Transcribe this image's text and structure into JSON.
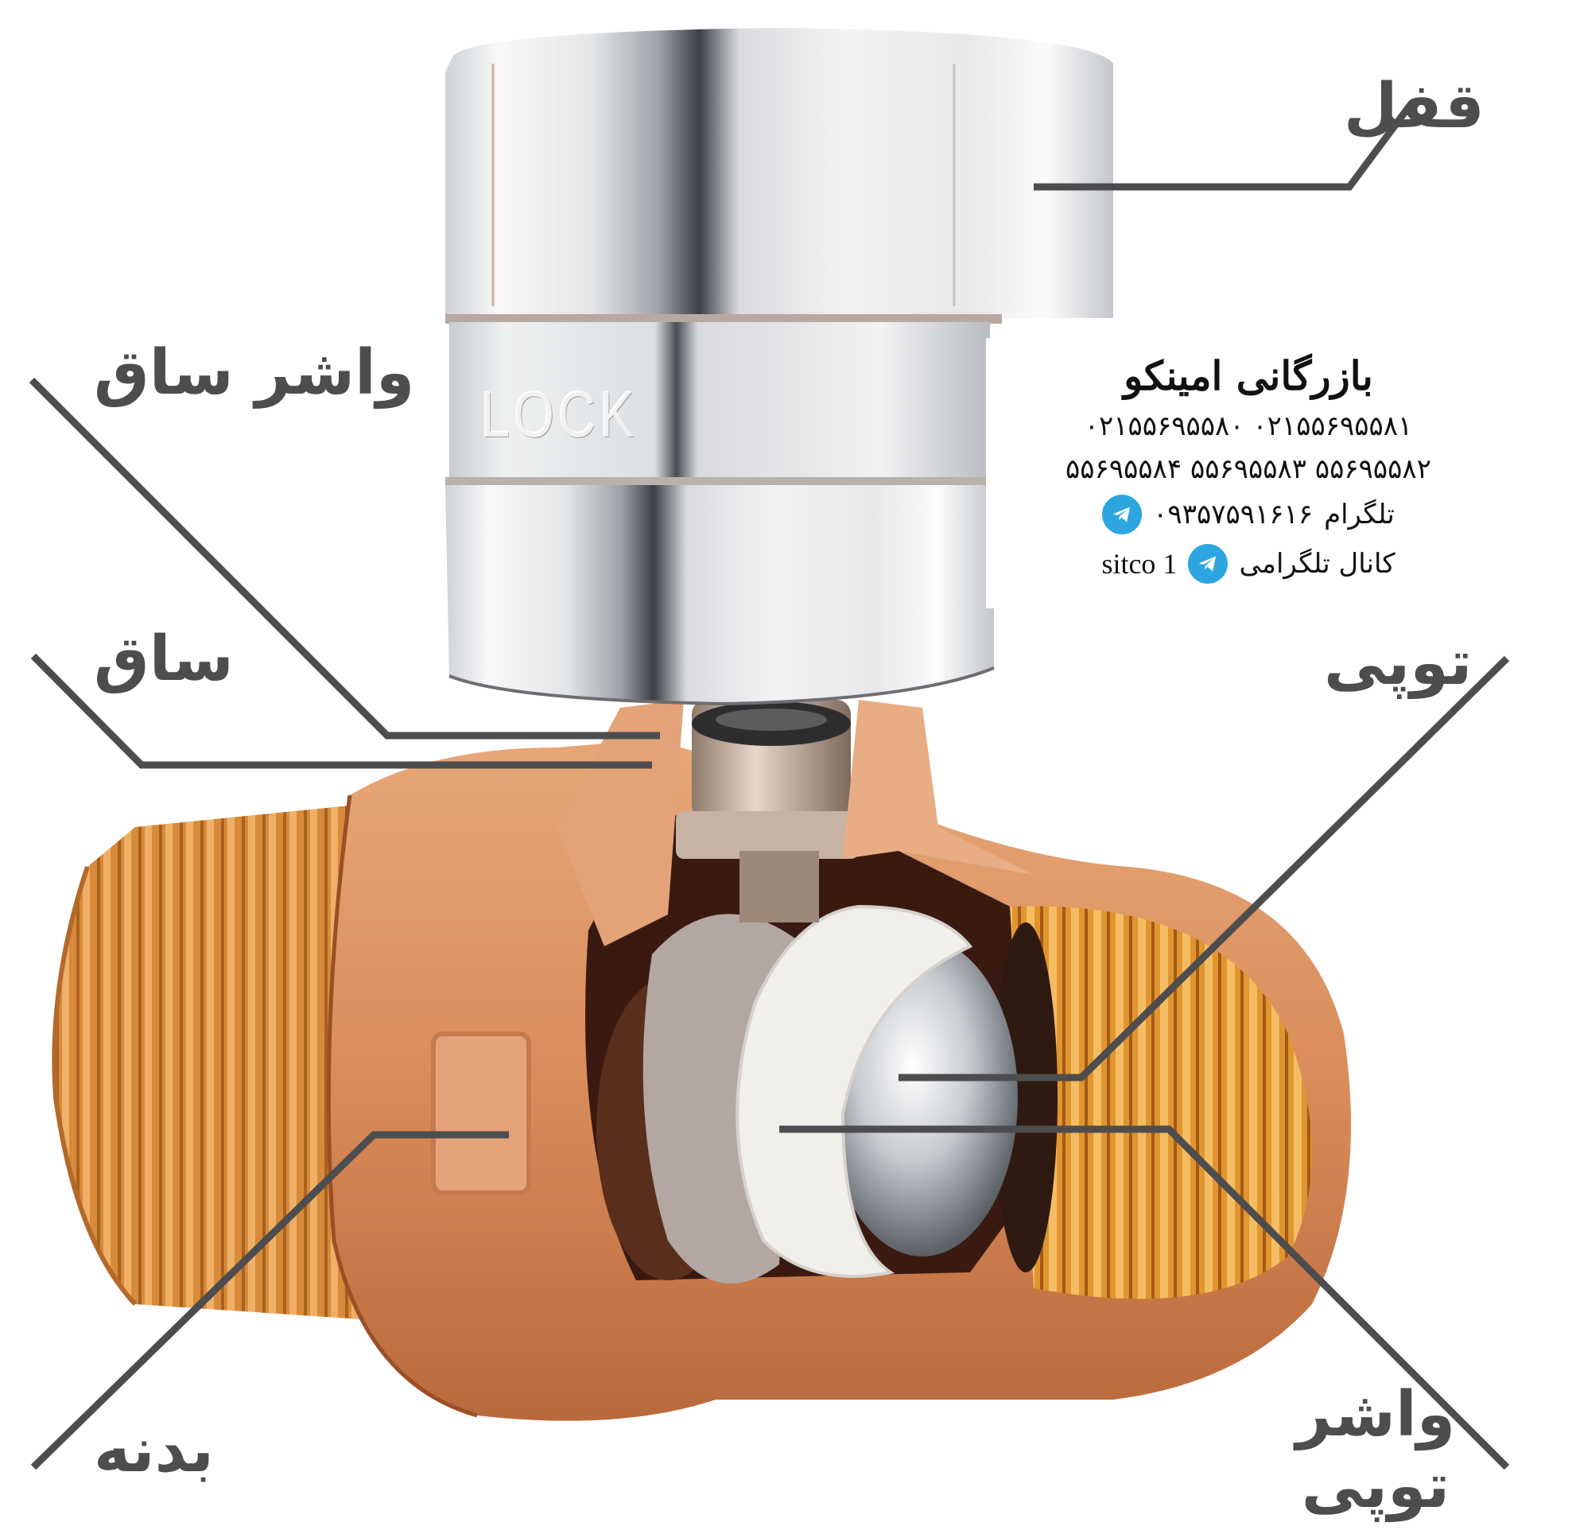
{
  "diagram": {
    "subject": "Cutaway of a lockable brass ball valve",
    "label_color": "#4d4d4f",
    "cap_embossing": "LOCK",
    "labels": [
      {
        "id": "lock",
        "text": "قفل"
      },
      {
        "id": "stem-washer",
        "text": "واشر ساق"
      },
      {
        "id": "stem",
        "text": "ساق"
      },
      {
        "id": "ball",
        "text": "توپی"
      },
      {
        "id": "body",
        "text": "بدنه"
      },
      {
        "id": "ball-washer",
        "text": "واشر توپی"
      }
    ]
  },
  "info_box": {
    "title": "بازرگانی امینکو",
    "phones_line1": "۰۲۱۵۵۶۹۵۵۸۱ ۰۲۱۵۵۶۹۵۵۸۰",
    "phones_line2": "۵۵۶۹۵۵۸۲ ۵۵۶۹۵۵۸۳ ۵۵۶۹۵۵۸۴",
    "telegram_label": "تلگرام",
    "telegram_number": "۰۹۳۵۷۵۹۱۶۱۶",
    "channel_label": "کانال تلگرامی",
    "channel_id": "sitco 1",
    "icon": "telegram-icon",
    "icon_color": "#2ca5e0"
  }
}
